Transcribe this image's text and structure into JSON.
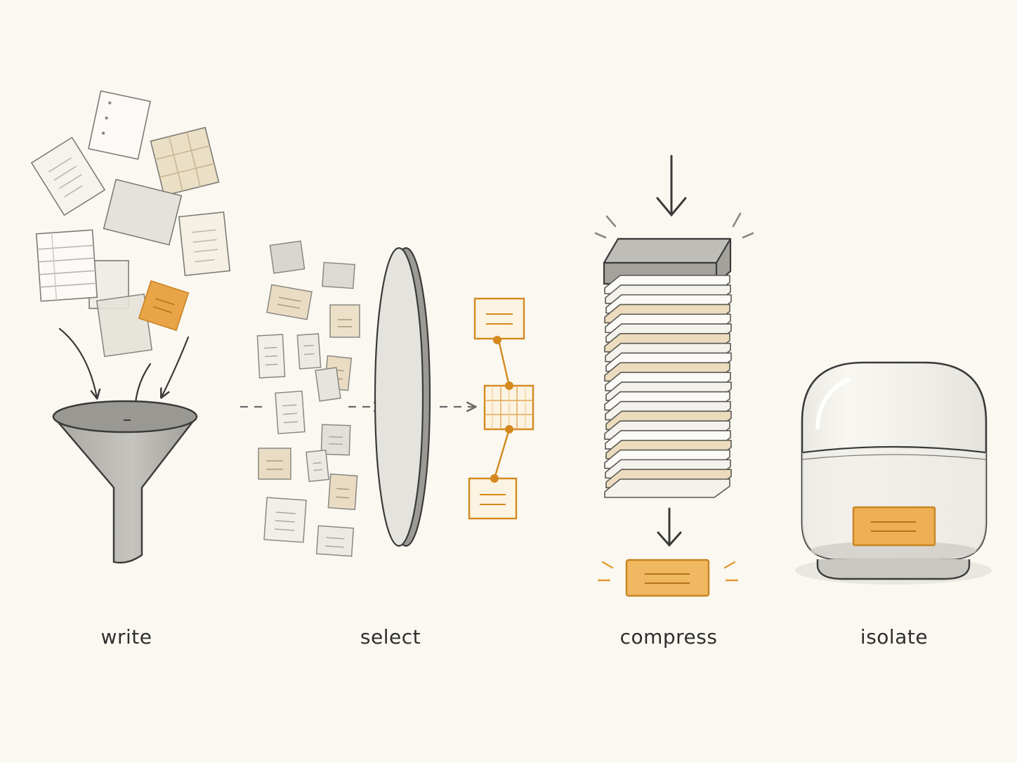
{
  "colors": {
    "background": "#faf8f1",
    "ink": "#3a3a3a",
    "accent": "#e39a2d",
    "accent_fill": "#f0b861",
    "paper": "#f3f1ea",
    "tan": "#eadcc2",
    "gray": "#b9b7b1"
  },
  "stages": [
    {
      "id": "write",
      "label": "write",
      "icon": "funnel-icon"
    },
    {
      "id": "select",
      "label": "select",
      "icon": "lens-icon"
    },
    {
      "id": "compress",
      "label": "compress",
      "icon": "press-stack-icon"
    },
    {
      "id": "isolate",
      "label": "isolate",
      "icon": "jar-icon"
    }
  ]
}
